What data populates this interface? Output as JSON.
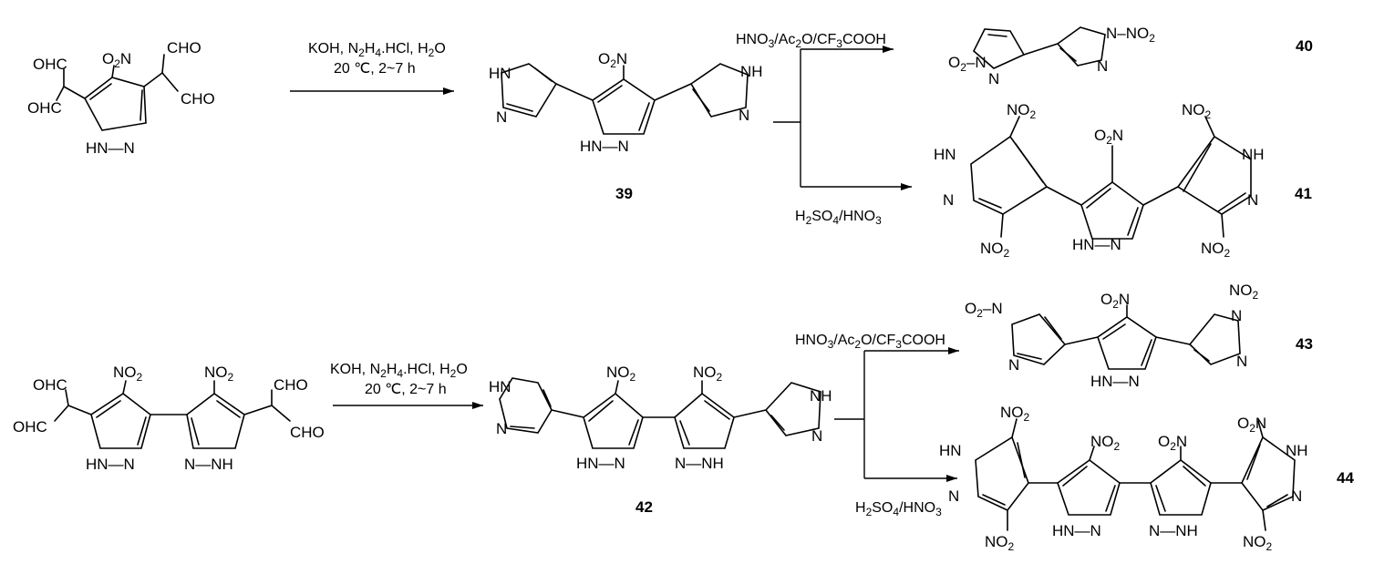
{
  "conditions": {
    "r1": {
      "line1": [
        "KOH, N",
        "2",
        "H",
        "4",
        ".HCl, H",
        "2",
        "O"
      ],
      "line2": "20 ℃, 2~7 h"
    },
    "r2": {
      "line1": [
        "HNO",
        "3",
        "/Ac",
        "2",
        "O/CF",
        "3",
        "COOH"
      ]
    },
    "r3": {
      "line1": [
        "H",
        "2",
        "SO",
        "4",
        "/HNO",
        "3"
      ]
    },
    "r4": {
      "line1": [
        "KOH, N",
        "2",
        "H",
        "4",
        ".HCl, H",
        "2",
        "O"
      ],
      "line2": "20 ℃, 2~7 h"
    },
    "r5": {
      "line1": [
        "HNO",
        "3",
        "/Ac",
        "2",
        "O/CF",
        "3",
        "COOH"
      ]
    },
    "r6": {
      "line1": [
        "H",
        "2",
        "SO",
        "4",
        "/HNO",
        "3"
      ]
    }
  },
  "compounds": {
    "c39": "39",
    "c40": "40",
    "c41": "41",
    "c42": "42",
    "c43": "43",
    "c44": "44"
  },
  "atoms": {
    "cho": "CHO",
    "ohc": "OHC",
    "hn": "HN",
    "nh": "NH",
    "n": "N",
    "o2n": "O",
    "no2": "NO",
    "two": "2",
    "hnrun": "HN—N",
    "nhrun": "N—NH",
    "dash": "–"
  }
}
